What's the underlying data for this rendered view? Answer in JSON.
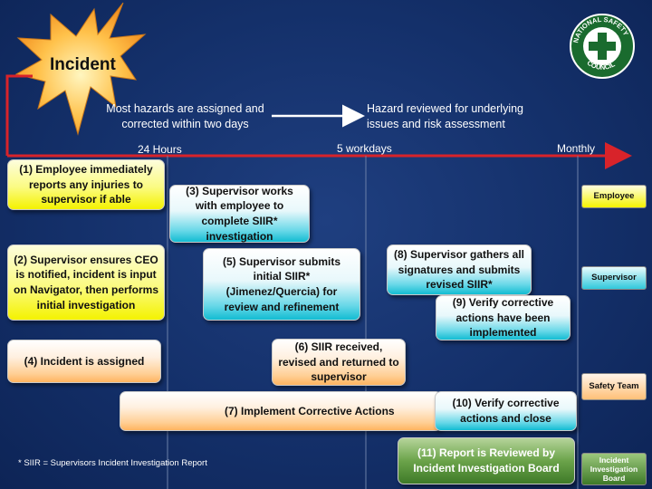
{
  "title": "Incident",
  "logo": {
    "text_top": "NATIONAL",
    "text_left": "SAFETY",
    "text_bottom": "COUNCIL"
  },
  "notes": {
    "left": "Most hazards are assigned and corrected within two days",
    "right": "Hazard reviewed for underlying issues and risk assessment"
  },
  "timeline": {
    "t1": "24 Hours",
    "t2": "5 workdays",
    "t3": "Monthly"
  },
  "steps": {
    "s1": "(1)  Employee immediately reports any injuries to supervisor if able",
    "s2": "(2)  Supervisor ensures CEO is notified, incident is input on Navigator, then performs initial investigation",
    "s3": "(3)  Supervisor works with employee to complete SIIR* investigation",
    "s4": "(4)  Incident is assigned",
    "s5": "(5)  Supervisor submits initial SIIR* (Jimenez/Quercia) for review and refinement",
    "s6": "(6)  SIIR received, revised and returned to supervisor",
    "s7": "(7)  Implement Corrective Actions",
    "s8": "(8)  Supervisor gathers all signatures and submits revised SIIR*",
    "s9": "(9)  Verify corrective actions have been implemented",
    "s10": "(10)  Verify corrective actions and close",
    "s11": "(11)  Report is Reviewed by Incident Investigation Board"
  },
  "roles": {
    "employee": "Employee",
    "supervisor": "Supervisor",
    "safety_team": "Safety Team",
    "board": "Incident Investigation Board"
  },
  "footnote": "* SIIR = Supervisors Incident Investigation Report",
  "colors": {
    "timeline_red": "#d8232a",
    "employee_yellow": "#f4f200",
    "supervisor_cyan": "#12bcd2",
    "safety_orange": "#ffb460",
    "board_green": "#3e7a28"
  }
}
